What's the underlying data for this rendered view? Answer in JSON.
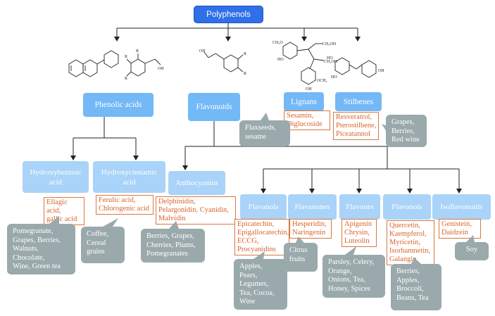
{
  "root": {
    "label": "Polyphenols"
  },
  "categories": {
    "phenolic_acids": "Phenolic acids",
    "flavonoids": "Flavonoids",
    "lignans": "Lignans",
    "stilbenes": "Stilbenes"
  },
  "subclasses": {
    "hydroxybenzoic": "Hydroxybenzoic acid",
    "hydroxycinnamic": "Hydroxycinnamic acid",
    "anthocyanins": "Anthocyanins",
    "flavanols": "Flavanols",
    "flavanones": "Flavanones",
    "flavones": "Flavones",
    "flavonols": "Flavonols",
    "isoflavonoids": "Isoflavonoids"
  },
  "compounds": {
    "lignans": [
      "Sesamin,",
      "Diglucoside"
    ],
    "stilbenes": [
      "Resveratrol,",
      "Pterostilbene,",
      "Piceatannol"
    ],
    "hydroxybenzoic": [
      "Ellagic acid,",
      "gallic acid"
    ],
    "hydroxycinnamic": [
      "Ferulic acid,",
      "Chlorogenic acid"
    ],
    "anthocyanins": [
      "Delphinidin,",
      "Pelargonidin, Cyanidin,",
      "Malvidin"
    ],
    "flavanols": [
      "Epicatechin,",
      "Epigallocatechin,",
      "ECCG,",
      "Procyanidins"
    ],
    "flavanones": [
      "Hesperidin,",
      "Naringenin"
    ],
    "flavones": [
      "Apigenin",
      "Chrysin,",
      "Luteolin"
    ],
    "flavonols": [
      "Quercetin,",
      "Kaempferol,",
      "Myricetin,",
      "Isorhamnetin,",
      "Galangin"
    ],
    "isoflavonoids": [
      "Genistein,",
      "Daidzein"
    ]
  },
  "sources": {
    "lignans": [
      "Flaxseeds,",
      "sesame"
    ],
    "stilbenes": [
      "Grapes,",
      "Berries,",
      "Red wine"
    ],
    "hydroxybenzoic": [
      "Pomegranate,",
      "Grapes, Berries,",
      "Walnuts,",
      "Chocolate,",
      "Wine, Green tea"
    ],
    "hydroxycinnamic": [
      "Coffee,",
      "Cereal",
      "grains"
    ],
    "anthocyanins": [
      "Berries, Grapes,",
      "Cherries, Plums,",
      "Pomegranates"
    ],
    "flavanols": [
      "Apples,",
      "Pears,",
      "Legumes,",
      "Tea, Cocoa,",
      "Wine"
    ],
    "flavanones": [
      "Citrus",
      "fruits"
    ],
    "flavones": [
      "Parsley, Celery,",
      "Orange,",
      "Onions, Tea,",
      "Honey, Spices"
    ],
    "flavonols": [
      "Berries,",
      "Apples,",
      "Broccoli,",
      "Beans, Tea"
    ],
    "isoflavonoids": [
      "Soy"
    ]
  },
  "structure_labels": {
    "r1": "R",
    "r2": "R",
    "r3": "R",
    "oh": "OH",
    "ch2oh": "CH₂OH",
    "ho": "HO",
    "och3": "OCH₃",
    "ch3o": "CH₃O"
  },
  "colors": {
    "root": "#2f6fe8",
    "category": "#73b8f7",
    "subclass": "#a9d3f8",
    "compound_border": "#d9783f",
    "compound_text": "#d9632a",
    "source_bubble": "#9aa9ac",
    "connector": "#222222"
  }
}
